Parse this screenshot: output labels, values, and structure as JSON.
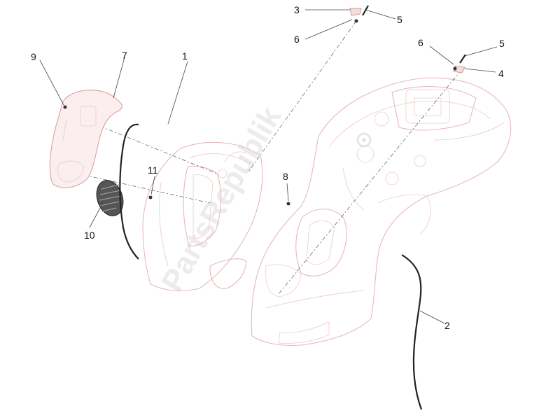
{
  "watermark": "PartsRepublik",
  "callouts": [
    {
      "id": "c1",
      "label": "1"
    },
    {
      "id": "c2",
      "label": "2"
    },
    {
      "id": "c3",
      "label": "3"
    },
    {
      "id": "c4",
      "label": "4"
    },
    {
      "id": "c5a",
      "label": "5"
    },
    {
      "id": "c5b",
      "label": "5"
    },
    {
      "id": "c6a",
      "label": "6"
    },
    {
      "id": "c6b",
      "label": "6"
    },
    {
      "id": "c7",
      "label": "7"
    },
    {
      "id": "c8",
      "label": "8"
    },
    {
      "id": "c9",
      "label": "9"
    },
    {
      "id": "c10",
      "label": "10"
    },
    {
      "id": "c11",
      "label": "11"
    }
  ]
}
